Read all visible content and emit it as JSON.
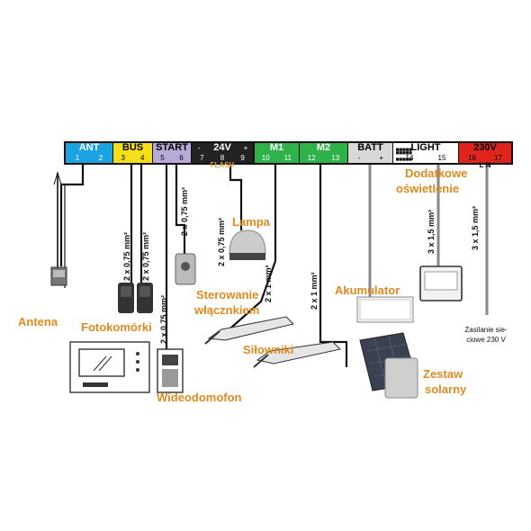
{
  "terminal_strip": {
    "blocks": [
      {
        "name": "ANT",
        "nums": [
          "1",
          "2"
        ],
        "bg": "#1aa3e0",
        "fg": "#ffffff"
      },
      {
        "name": "BUS",
        "nums": [
          "3",
          "4"
        ],
        "bg": "#f5df1a",
        "fg": "#000000"
      },
      {
        "name": "START",
        "nums": [
          "5",
          "6"
        ],
        "bg": "#b8a9d6",
        "fg": "#000000"
      },
      {
        "name": "24V",
        "nums": [
          "7",
          "8",
          "9"
        ],
        "bg": "#222222",
        "fg": "#ffffff",
        "sub": "FLASH",
        "minus": "-",
        "plus": "+"
      },
      {
        "name": "M1",
        "nums": [
          "10",
          "11"
        ],
        "bg": "#2fb24a",
        "fg": "#ffffff"
      },
      {
        "name": "M2",
        "nums": [
          "12",
          "13"
        ],
        "bg": "#2fb24a",
        "fg": "#ffffff"
      },
      {
        "name": "BATT",
        "nums": [
          "-",
          "+"
        ],
        "bg": "#d8d8d8",
        "fg": "#000000"
      },
      {
        "name": "LIGHT",
        "nums": [
          "14",
          "15"
        ],
        "bg": "#ffffff",
        "fg": "#000000"
      },
      {
        "name": "230V",
        "nums": [
          "16",
          "17"
        ],
        "bg": "#e0231b",
        "fg": "#000000",
        "sub": "L   N"
      }
    ]
  },
  "labels": {
    "antena": "Antena",
    "fotokomorki": "Fotokomórki",
    "wideodomofon": "Wideodomofon",
    "lampa": "Lampa",
    "sterowanie_1": "Sterowanie",
    "sterowanie_2": "włącznkiem",
    "silowniki": "Siłowniki",
    "akumulator": "Akumulator",
    "dodatkowe_1": "Dodatkowe",
    "dodatkowe_2": "oświetlenie",
    "zestaw_1": "Zestaw",
    "zestaw_2": "solarny",
    "zasilanie_1": "Zasilanie sie-",
    "zasilanie_2": "ciowe 230 V"
  },
  "cables": {
    "bus_a": "2 x 0,75 mm²",
    "bus_b": "2 x 0,75 mm²",
    "start_top": "2 x 0,75 mm²",
    "start_low": "2 x 0,75 mm²",
    "flash": "2 x 0,75 mm²",
    "m1": "2 x 1 mm²",
    "m2": "2 x 1 mm²",
    "light": "3 x 1,5 mm²",
    "power": "3 x 1,5 mm²"
  },
  "colors": {
    "label_orange": "#e08a1e",
    "wire": "#111111"
  }
}
